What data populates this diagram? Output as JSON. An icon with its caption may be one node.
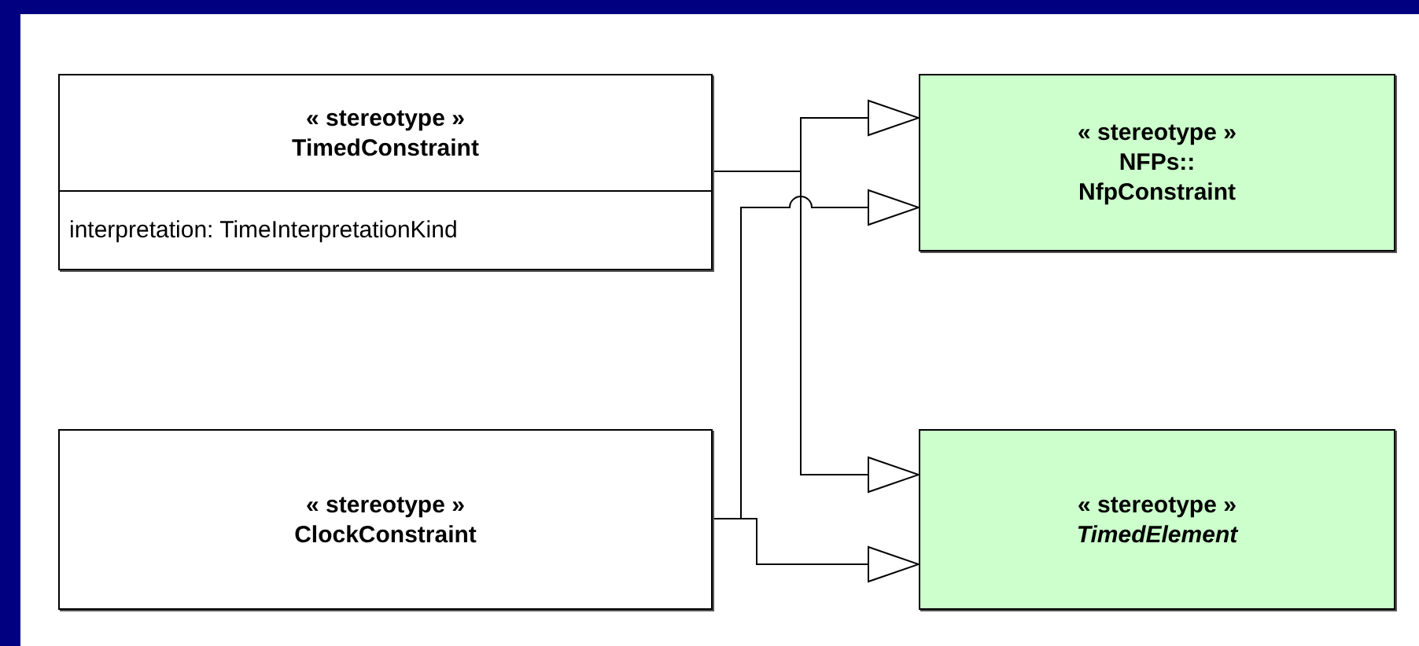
{
  "diagram": {
    "nodes": [
      {
        "text": [
          "« stereotype »",
          "TimedConstraint",
          "interpretation: TimeInterpretationKind"
        ]
      },
      {
        "text": [
          "« stereotype »",
          "NFPs::",
          "NfpConstraint"
        ]
      },
      {
        "text": [
          "« stereotype »",
          "ClockConstraint"
        ]
      },
      {
        "text": [
          "« stereotype »",
          "*TimedElement*"
        ]
      }
    ],
    "edges": [
      {
        "from": 0,
        "to": 1,
        "arrow": "to"
      },
      {
        "from": 0,
        "to": 3,
        "arrow": "to"
      },
      {
        "from": 2,
        "to": 1,
        "arrow": "to"
      },
      {
        "from": 2,
        "to": 3,
        "arrow": "to"
      }
    ]
  }
}
